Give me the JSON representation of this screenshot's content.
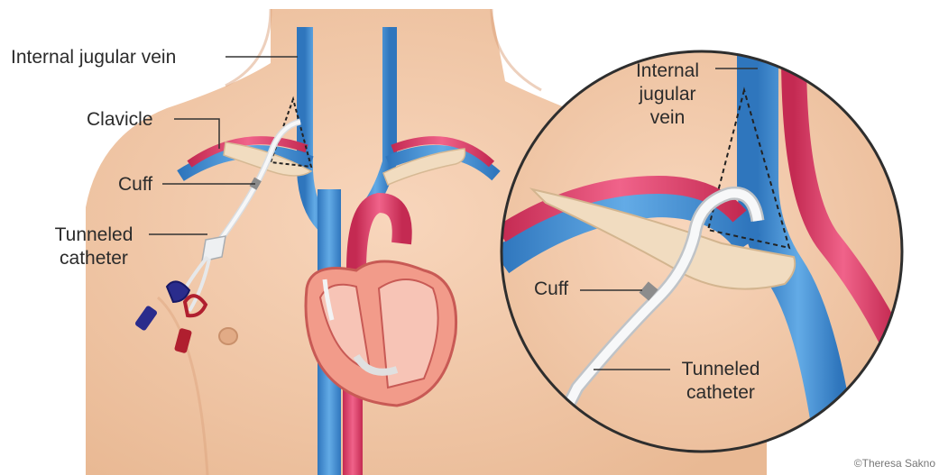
{
  "labels": {
    "internal_jugular_vein": "Internal jugular vein",
    "clavicle": "Clavicle",
    "cuff": "Cuff",
    "tunneled_catheter_line1": "Tunneled",
    "tunneled_catheter_line2": "catheter"
  },
  "inset_labels": {
    "internal_line1": "Internal",
    "internal_line2": "jugular",
    "internal_line3": "vein",
    "cuff": "Cuff",
    "tunneled_catheter_line1": "Tunneled",
    "tunneled_catheter_line2": "catheter"
  },
  "credit": "©Theresa Sakno",
  "colors": {
    "skin": "#f4cdb0",
    "skin_shadow": "#e8b795",
    "vein_blue": "#3f8fd2",
    "artery_red": "#de3a62",
    "bone": "#f1dcc0",
    "catheter": "#eef0f2",
    "background": "#ffffff"
  }
}
